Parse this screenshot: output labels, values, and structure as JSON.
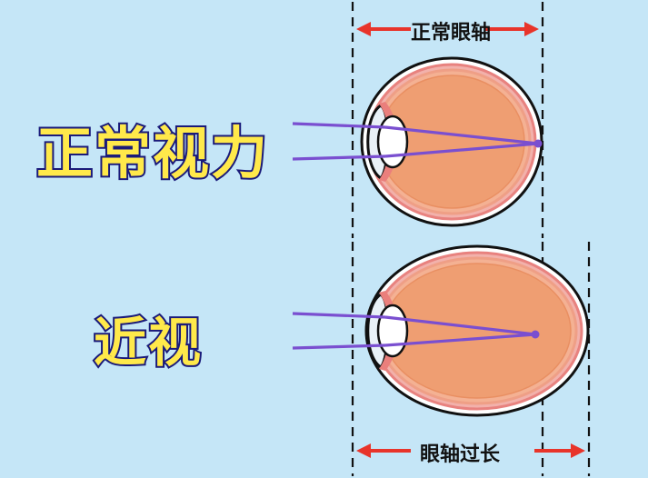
{
  "page": {
    "background_color": "#c5e6f7",
    "title_normal": "正常视力",
    "title_myopia": "近视"
  },
  "labels": {
    "top_measure": "正常眼轴",
    "bottom_measure": "眼轴过长"
  },
  "colors": {
    "background": "#c5e6f7",
    "label_fill": "#ffe94a",
    "label_stroke": "#1a1a7a",
    "ray_purple": "#7a4fd0",
    "sclera_outline": "#111111",
    "choroid_red": "#e8827f",
    "retina_orange": "#f3a98a",
    "vitreous_orange": "#ec9a6d",
    "lens_white": "#ffffff",
    "cornea_gray": "#e6eef5",
    "arrow_red": "#e8342a",
    "arrow_black": "#111111",
    "dashed_line": "#111111"
  },
  "diagram": {
    "top_eye": {
      "name": "normal-vision-eye",
      "focus_on_retina": true
    },
    "bottom_eye": {
      "name": "myopia-eye",
      "focus_in_front_of_retina": true
    }
  }
}
